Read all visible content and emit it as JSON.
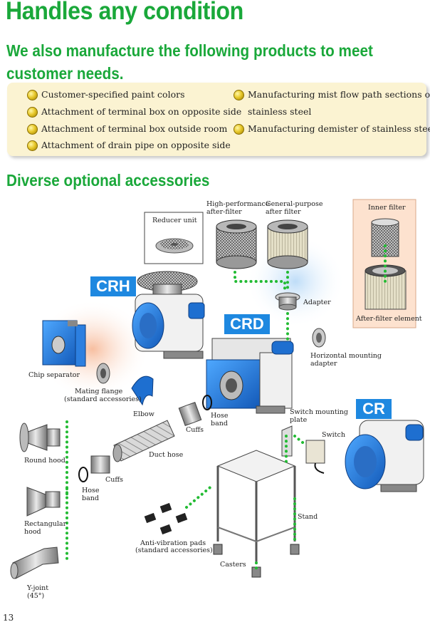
{
  "title": "Handles any condition",
  "subtitle": "We also manufacture the following products to meet customer needs.",
  "products": {
    "left": [
      "Customer-specified paint colors",
      "Attachment of terminal box on opposite side",
      "Attachment of terminal box outside room",
      "Attachment of drain pipe on opposite side"
    ],
    "right": [
      "Manufacturing mist flow path sections of",
      "stainless steel",
      "Manufacturing demister of stainless steel"
    ]
  },
  "section_title": "Diverse optional accessories",
  "models": {
    "crh": "CRH",
    "crd": "CRD",
    "cr": "CR"
  },
  "labels": {
    "reducer_unit": "Reducer unit",
    "hp_filter_1": "High-performance",
    "hp_filter_2": "after-filter",
    "gp_filter_1": "General-purpose",
    "gp_filter_2": "after filter",
    "inner_filter": "Inner filter",
    "after_filter_element": "After-filter element",
    "adapter": "Adapter",
    "horizontal_1": "Horizontal mounting",
    "horizontal_2": "adapter",
    "chip_separator": "Chip separator",
    "mating_1": "Mating flange",
    "mating_2": "(standard accessories)",
    "elbow": "Elbow",
    "hose_band_1": "Hose",
    "hose_band_2": "band",
    "cuffs_upper": "Cuffs",
    "switch_plate_1": "Switch mounting",
    "switch_plate_2": "plate",
    "switch": "Switch",
    "round_hood": "Round hood",
    "duct_hose": "Duct hose",
    "cuffs_lower": "Cuffs",
    "hose_band_lower_1": "Hose",
    "hose_band_lower_2": "band",
    "rect_hood_1": "Rectangular",
    "rect_hood_2": "hood",
    "stand": "Stand",
    "anti_vib_1": "Anti-vibration pads",
    "anti_vib_2": "(standard accessories)",
    "casters": "Casters",
    "yjoint_1": "Y-joint",
    "yjoint_2": "(45°)"
  },
  "page_number": "13",
  "colors": {
    "heading_green": "#1aa83a",
    "badge_blue": "#1e88e0",
    "box_bg": "#fbf3d2",
    "connector_green": "#22bb33"
  }
}
